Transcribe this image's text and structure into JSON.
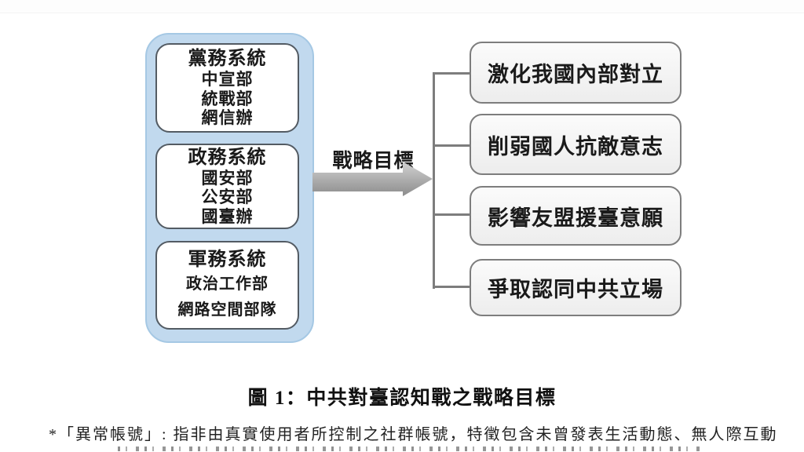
{
  "diagram": {
    "systems": [
      {
        "title": "黨務系統",
        "items": [
          "中宣部",
          "統戰部",
          "網信辦"
        ]
      },
      {
        "title": "政務系統",
        "items": [
          "國安部",
          "公安部",
          "國臺辦"
        ]
      },
      {
        "title": "軍務系統",
        "items": [
          "政治工作部",
          "網路空間部隊"
        ]
      }
    ],
    "arrow_label": "戰略目標",
    "objectives": [
      "激化我國內部對立",
      "削弱國人抗敵意志",
      "影響友盟援臺意願",
      "爭取認同中共立場"
    ],
    "caption": "圖 1：中共對臺認知戰之戰略目標",
    "footnote": "*「異常帳號」: 指非由真實使用者所控制之社群帳號，特徵包含未曾發表生活動態、無人際互動"
  },
  "colors": {
    "panel_fill": "#c1d9ee",
    "panel_border": "#a5c8e4",
    "box_border": "#535b63",
    "objective_border": "#7d7d7d",
    "line": "#7d7d7d",
    "arrow_light": "#d2d2d2",
    "arrow_dark": "#8c8c8c"
  }
}
